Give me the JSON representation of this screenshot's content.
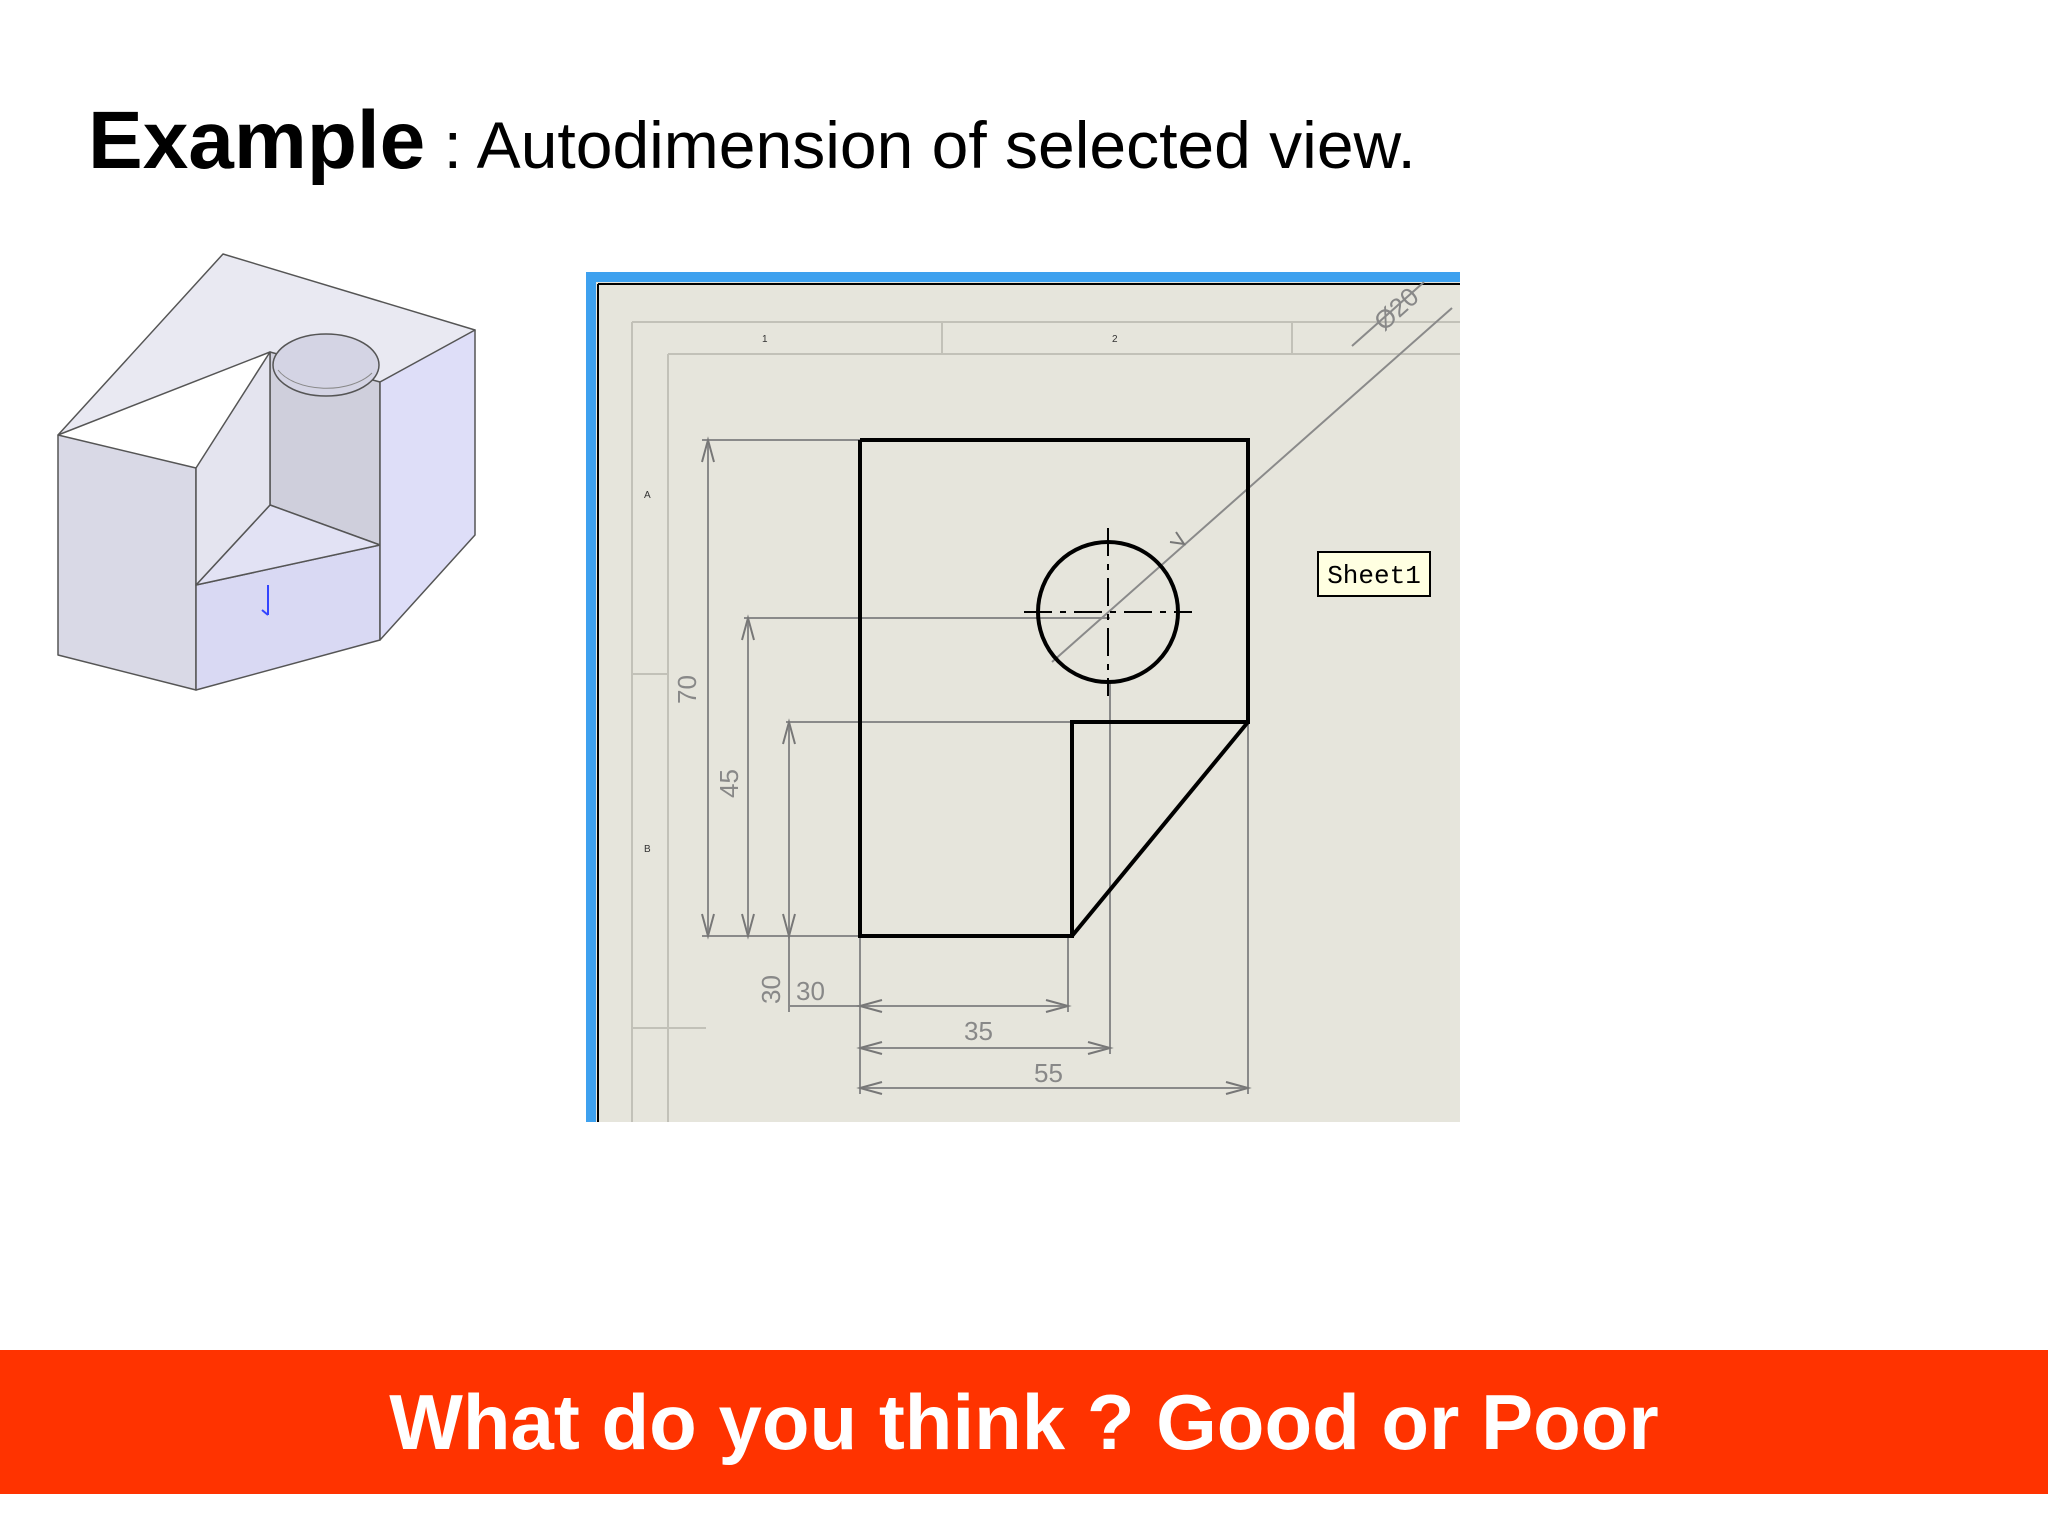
{
  "slide": {
    "title_bold": "Example",
    "title_separator": " : ",
    "title_rest": "Autodimension of selected view."
  },
  "drawing": {
    "tooltip": "Sheet1",
    "border_top_labels": [
      "1",
      "2"
    ],
    "border_left_labels": [
      "A",
      "B"
    ],
    "dimensions": {
      "diameter": "Ø20",
      "height_total": "70",
      "height_hole": "45",
      "height_step_vertical": "30",
      "width_step": "30",
      "width_inner": "35",
      "width_total": "55"
    }
  },
  "banner": {
    "text": "What do you think ? Good or Poor"
  },
  "colors": {
    "banner": "#ff3300",
    "sheet_background": "#e6e5dc",
    "window_frame": "#3ea1ef",
    "part_face_front": "#dcdce8",
    "part_face_side": "#e3e3f5",
    "part_face_top": "#e8e8f0"
  }
}
